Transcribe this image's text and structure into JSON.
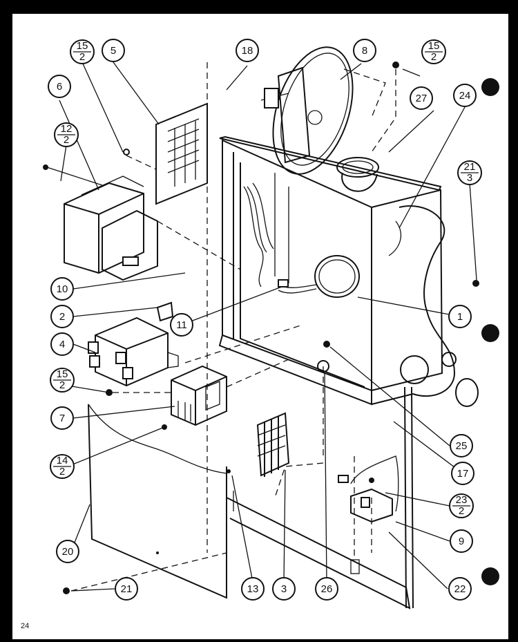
{
  "diagram": {
    "page_number": "24",
    "callouts": [
      {
        "id": "c1",
        "label": "1"
      },
      {
        "id": "c2",
        "label": "2"
      },
      {
        "id": "c3",
        "label": "3"
      },
      {
        "id": "c4",
        "label": "4"
      },
      {
        "id": "c5",
        "label": "5"
      },
      {
        "id": "c6",
        "label": "6"
      },
      {
        "id": "c7",
        "label": "7"
      },
      {
        "id": "c8",
        "label": "8"
      },
      {
        "id": "c9",
        "label": "9"
      },
      {
        "id": "c10",
        "label": "10"
      },
      {
        "id": "c11",
        "label": "11"
      },
      {
        "id": "c13",
        "label": "13"
      },
      {
        "id": "c17",
        "label": "17"
      },
      {
        "id": "c18",
        "label": "18"
      },
      {
        "id": "c20",
        "label": "20"
      },
      {
        "id": "c21",
        "label": "21"
      },
      {
        "id": "c22",
        "label": "22"
      },
      {
        "id": "c24",
        "label": "24"
      },
      {
        "id": "c25",
        "label": "25"
      },
      {
        "id": "c26",
        "label": "26"
      },
      {
        "id": "c27",
        "label": "27"
      }
    ],
    "fraction_callouts": [
      {
        "id": "f15a",
        "num": "15",
        "den": "2"
      },
      {
        "id": "f15b",
        "num": "15",
        "den": "2"
      },
      {
        "id": "f15c",
        "num": "15",
        "den": "2"
      },
      {
        "id": "f12",
        "num": "12",
        "den": "2"
      },
      {
        "id": "f21",
        "num": "21",
        "den": "3"
      },
      {
        "id": "f14",
        "num": "14",
        "den": "2"
      },
      {
        "id": "f23",
        "num": "23",
        "den": "2"
      }
    ]
  }
}
